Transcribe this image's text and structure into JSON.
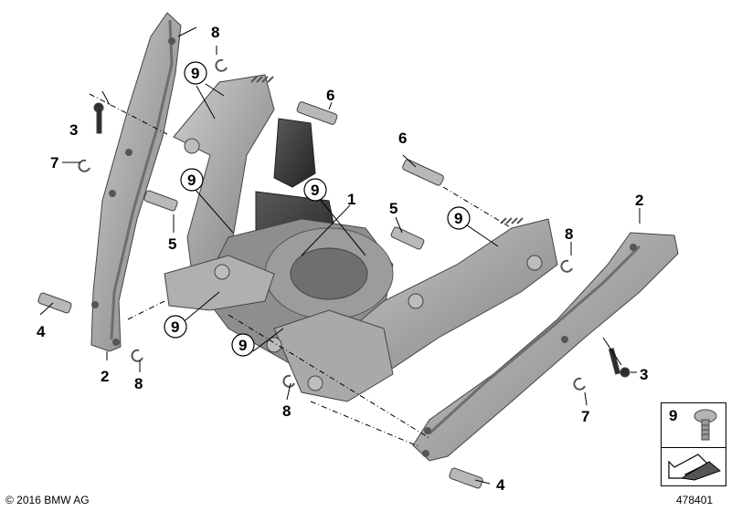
{
  "labels": {
    "n1": "1",
    "n2a": "2",
    "n2b": "2",
    "n3a": "3",
    "n3b": "3",
    "n4a": "4",
    "n4b": "4",
    "n5a": "5",
    "n5b": "5",
    "n6a": "6",
    "n6b": "6",
    "n7a": "7",
    "n7b": "7",
    "n8a": "8",
    "n8b": "8",
    "n8c": "8",
    "n8d": "8",
    "n9a": "9",
    "n9b": "9",
    "n9c": "9",
    "n9d": "9",
    "n9e": "9",
    "n9f": "9"
  },
  "legend": {
    "item": "9"
  },
  "footer": {
    "copyright": "© 2016 BMW AG",
    "part_number": "478401"
  },
  "colors": {
    "part_fill": "#a7a7a9",
    "part_shade": "#7b7b7d",
    "part_light": "#cfcfd1",
    "dark": "#2d2d2f",
    "line": "#000000"
  }
}
